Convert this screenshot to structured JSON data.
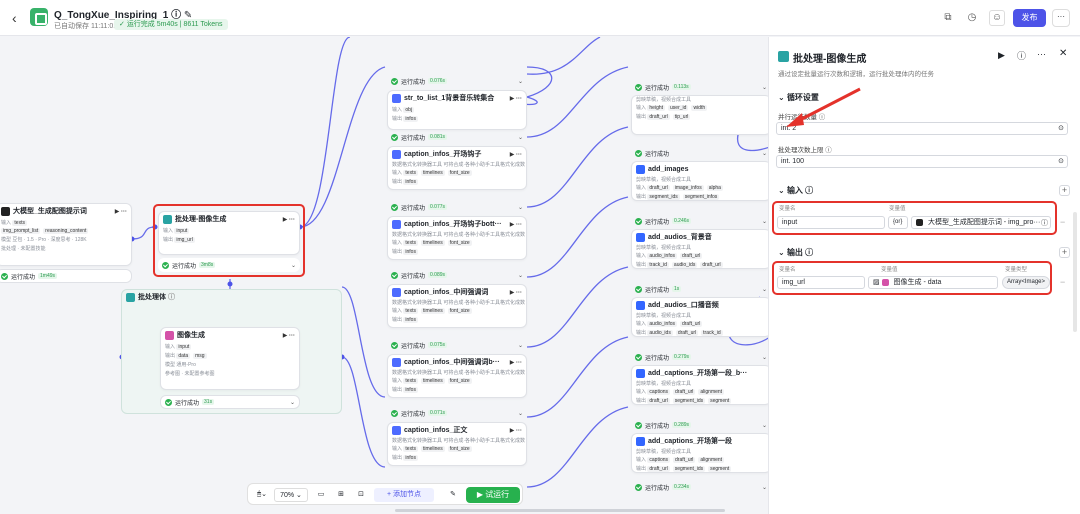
{
  "header": {
    "title": "Q_TongXue_Inspiring_1",
    "saved": "已自动保存 11:11:01",
    "run_status": "运行完成 5m40s | 8611 Tokens",
    "publish": "发布",
    "more": "···"
  },
  "colors": {
    "accent": "#4d53e8",
    "success": "#27b14e",
    "highlight": "#e4322b"
  },
  "run_label": "运行成功",
  "labels": {
    "input": "输入",
    "output": "输出",
    "model": "模型"
  },
  "nodes": {
    "llm": {
      "title": "大模型_生成配图提示词",
      "in": [
        "texts"
      ],
      "out": [
        "img_prompt_list",
        "reasoning_content"
      ],
      "model": "豆包 · 1.5 · Pro · 深度思考 · 128K",
      "extra": "批处理 · 未配置技能",
      "time": "1m49s"
    },
    "batch": {
      "title": "批处理-图像生成",
      "in": "input",
      "out": "img_url",
      "time": "3m8s"
    },
    "batchbody": {
      "title": "批处理体"
    },
    "imggen": {
      "title": "图像生成",
      "in": "input",
      "out": [
        "data",
        "msg"
      ],
      "model": "通用-Pro",
      "extra": "参考图 · 未配置参考图",
      "time": "31s"
    },
    "mid": [
      {
        "title": "str_to_list_1背景音乐转集合",
        "time": "0.076s",
        "in": "obj",
        "out": "infos",
        "head_time": "0.076s"
      },
      {
        "title": "caption_infos_开场钩子",
        "time": "0.081s",
        "head_time": "0.081s"
      },
      {
        "title": "caption_infos_开场钩子bott···",
        "time": "0.077s",
        "head_time": "0.077s"
      },
      {
        "title": "caption_infos_中间强调词",
        "time": "0.089s",
        "head_time": "0.089s"
      },
      {
        "title": "caption_infos_中间强调词b···",
        "time": "0.075s",
        "head_time": "0.075s"
      },
      {
        "title": "caption_infos_正文",
        "time": "0.071s",
        "head_time": "0.071s"
      }
    ],
    "mid_desc": "数据格式化转换器工具 可将合成·各种小助手工具格式化成数",
    "mid_in": [
      "texts",
      "timelines",
      "font_size"
    ],
    "mid_out": "infos",
    "last_time": "0.071s",
    "right": [
      {
        "title": "",
        "time": "0.113s",
        "in": [
          "height",
          "user_id",
          "width"
        ],
        "out": [
          "draft_url",
          "tip_url"
        ]
      },
      {
        "title": "add_images",
        "time": "",
        "in": [
          "draft_url",
          "image_infos",
          "alpha"
        ],
        "out": [
          "segment_ids",
          "segment_infos"
        ]
      },
      {
        "title": "add_audios_背景音",
        "time": "0.246s",
        "in": [
          "audio_infos",
          "draft_url"
        ],
        "out": [
          "track_id",
          "audio_ids",
          "draft_url"
        ]
      },
      {
        "title": "add_audios_口播音频",
        "time": "1s",
        "in": [
          "audio_infos",
          "draft_url"
        ],
        "out": [
          "audio_ids",
          "draft_url",
          "track_id"
        ]
      },
      {
        "title": "add_captions_开场第一段_b···",
        "time": "0.279s",
        "in": [
          "captions",
          "draft_url",
          "alignment"
        ],
        "out": [
          "draft_url",
          "segment_ids",
          "segment"
        ]
      },
      {
        "title": "add_captions_开场第一段",
        "time": "0.289s",
        "in": [
          "captions",
          "draft_url",
          "alignment"
        ],
        "out": [
          "draft_url",
          "segment_ids",
          "segment"
        ]
      }
    ],
    "right_desc": "剪映草稿，视频合成工具",
    "right_last_time": "0.234s"
  },
  "toolbar": {
    "zoom": "70%",
    "add_node": "添加节点",
    "test_run": "试运行"
  },
  "panel": {
    "title": "批处理-图像生成",
    "desc": "通过设定批量运行次数和逻辑，运行批处理体内的任务",
    "loop": "循环设置",
    "parallel_label": "并行运行数量",
    "parallel_type": "int.",
    "parallel_value": "2",
    "limit_label": "批处理次数上限",
    "limit_type": "int.",
    "limit_value": "100",
    "input_section": "输入",
    "var_name": "变量名",
    "var_value": "变量值",
    "var_type": "变量类型",
    "input_name": "input",
    "input_ref_kind": "{or}",
    "input_ref": "大模型_生成配图提示词 - img_pro···",
    "output_section": "输出",
    "output_name": "img_url",
    "output_ref": "图像生成 - data",
    "output_type": "Array<Image>"
  }
}
